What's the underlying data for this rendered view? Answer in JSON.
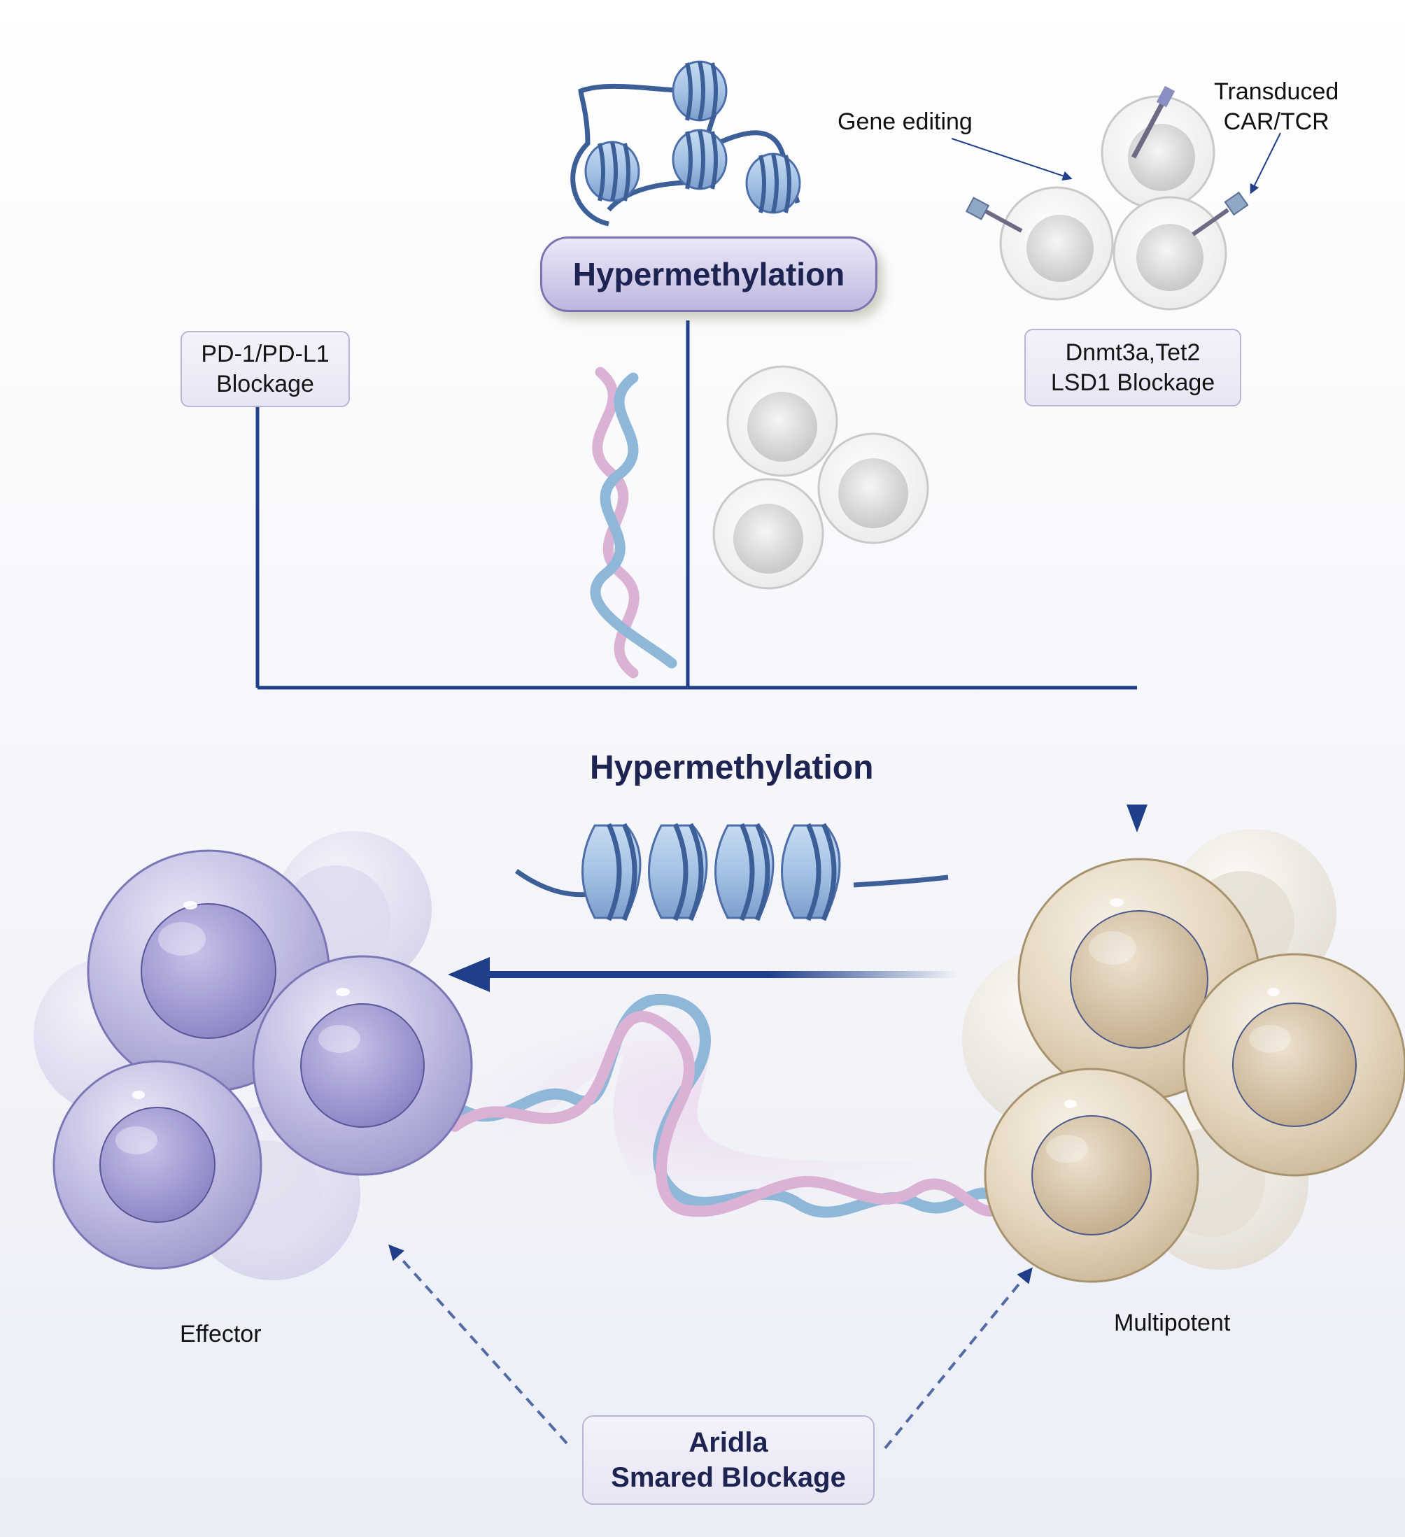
{
  "title_top": "Hypermethylation",
  "title_mid": "Hypermethylation",
  "pd1_box": {
    "line1": "PD-1/PD-L1",
    "line2": "Blockage"
  },
  "dnmt_box": {
    "line1": "Dnmt3a,Tet2",
    "line2": "LSD1 Blockage"
  },
  "aridla_box": {
    "line1": "Aridla",
    "line2": "Smared Blockage"
  },
  "gene_editing": "Gene editing",
  "transduced": {
    "line1": "Transduced",
    "line2": "CAR/TCR"
  },
  "effector": "Effector",
  "multipotent": "Multipotent",
  "colors": {
    "navy_line": "#1f3f8a",
    "effector_cell": "#b3afdc",
    "multipotent_cell": "#e6d8c2",
    "dna_blue": "#8fb7d8",
    "dna_pink": "#dbb2d3",
    "nucleosome": "#a5c3e6"
  }
}
